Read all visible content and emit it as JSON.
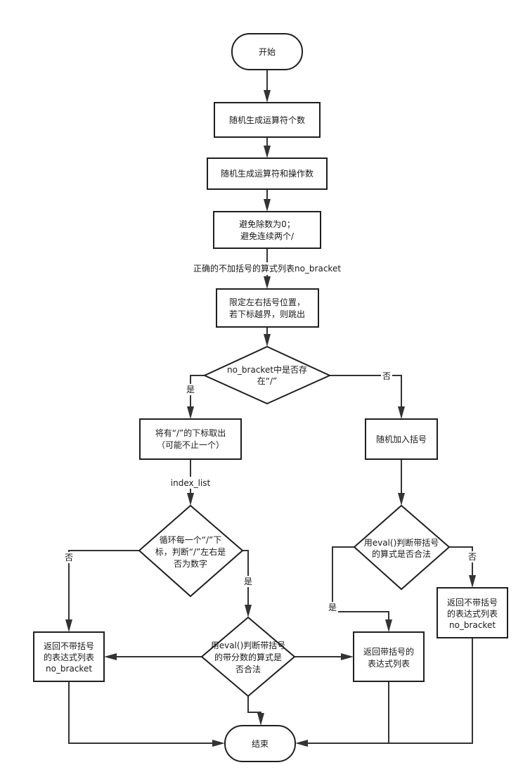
{
  "nodes": {
    "start": "开始",
    "gen_count": "随机生成运算符个数",
    "gen_ops": "随机生成运算符和操作数",
    "avoid": [
      "避免除数为0；",
      "避免连续两个/"
    ],
    "limit": [
      "限定左右括号位置，",
      "若下标越界，则跳出"
    ],
    "has_slash": [
      "no_bracket中是否存",
      "在“/”"
    ],
    "take_idx": [
      "将有“/”的下标取出",
      "（可能不止一个）"
    ],
    "add_bracket": "随机加入括号",
    "loop_check": [
      "循环每一个“/”下",
      "标，判断“/”左右是",
      "否为数字"
    ],
    "eval_right": [
      "用eval()判断带括号",
      "的算式是否合法"
    ],
    "ret_nb_left": [
      "返回不带括号",
      "的表达式列表",
      "no_bracket"
    ],
    "eval_frac": [
      "用eval()判断带括号",
      "的带分数的算式是",
      "否合法"
    ],
    "ret_b": [
      "返回带括号的",
      "表达式列表"
    ],
    "ret_nb_right": [
      "返回不带括号",
      "的表达式列表",
      "no_bracket"
    ],
    "end": "结束"
  },
  "edge_labels": {
    "no_bracket_list": "正确的不加括号的算式列表no_bracket",
    "yes_1": "是",
    "no_1": "否",
    "index_list": "index_list",
    "no_2": "否",
    "yes_2": "是",
    "yes_3": "是",
    "no_3": "否"
  }
}
